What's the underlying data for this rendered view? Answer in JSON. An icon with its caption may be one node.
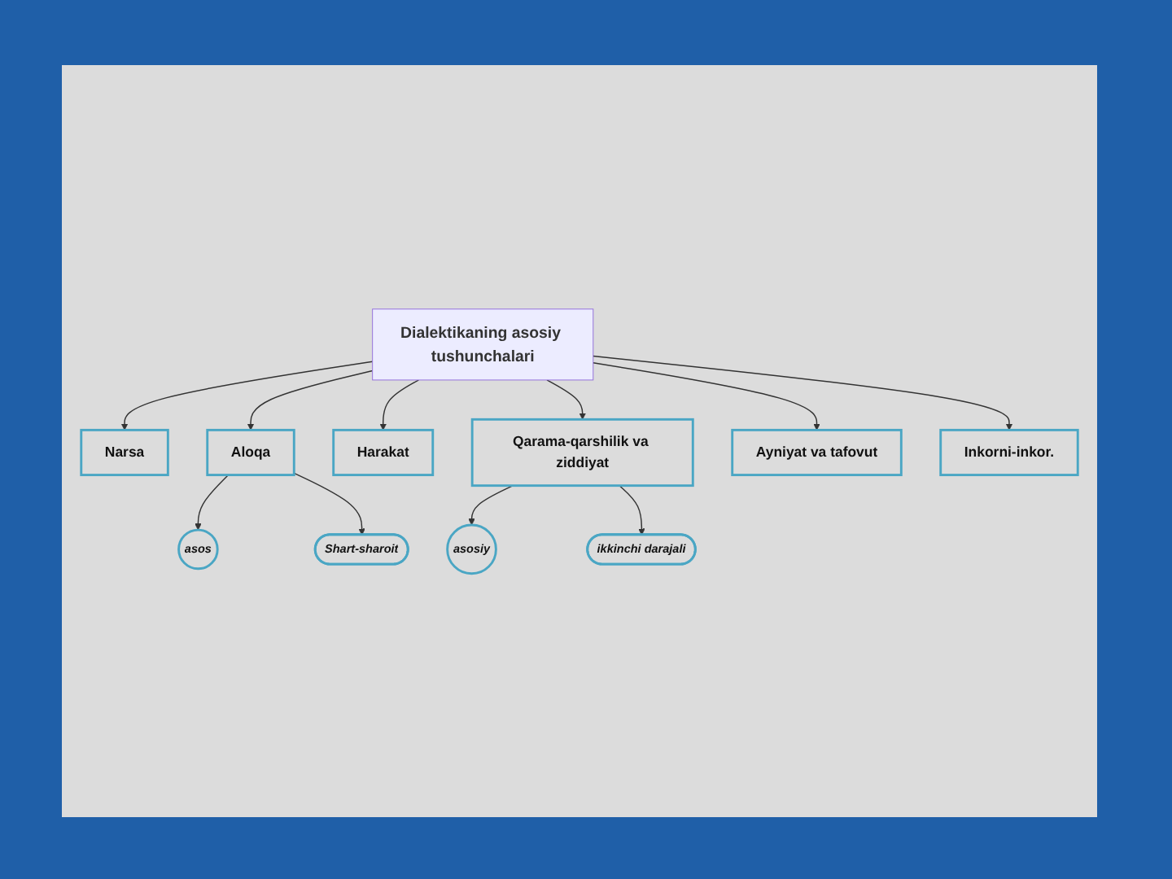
{
  "diagram": {
    "nodes": [
      {
        "text": [
          "Dialektikaning asosiy tushunchalari"
        ]
      },
      {
        "text": [
          "Narsa"
        ]
      },
      {
        "text": [
          "Aloqa"
        ]
      },
      {
        "text": [
          "asos"
        ]
      },
      {
        "text": [
          "Shart-sharoit"
        ]
      },
      {
        "text": [
          "Harakat"
        ]
      },
      {
        "text": [
          "Qarama-qarshilik va ziddiyat"
        ]
      },
      {
        "text": [
          "Ayniyat va tafovut"
        ]
      },
      {
        "text": [
          "asosiy"
        ]
      },
      {
        "text": [
          "ikkinchi darajali"
        ]
      },
      {
        "text": [
          "Inkorni-inkor."
        ]
      }
    ],
    "edges": [
      {
        "from": 0,
        "to": 1,
        "arrow": "to"
      },
      {
        "from": 0,
        "to": 2,
        "arrow": "to"
      },
      {
        "from": 2,
        "to": 3,
        "arrow": "to"
      },
      {
        "from": 2,
        "to": 4,
        "arrow": "to"
      },
      {
        "from": 0,
        "to": 5,
        "arrow": "to"
      },
      {
        "from": 0,
        "to": 6,
        "arrow": "to"
      },
      {
        "from": 0,
        "to": 7,
        "arrow": "to"
      },
      {
        "from": 6,
        "to": 8,
        "arrow": "to"
      },
      {
        "from": 6,
        "to": 9,
        "arrow": "to"
      },
      {
        "from": 0,
        "to": 10,
        "arrow": "to"
      }
    ]
  }
}
